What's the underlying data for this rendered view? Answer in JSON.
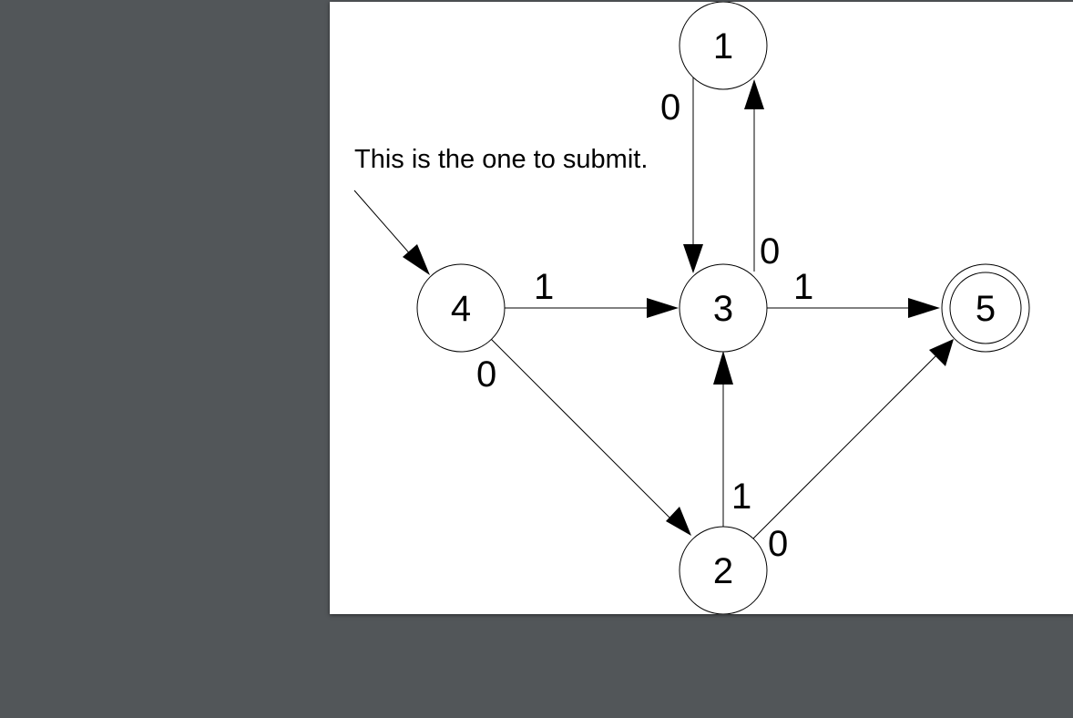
{
  "annotation": "This is the one to submit.",
  "states": [
    {
      "id": "s1",
      "label": "1",
      "accepting": false
    },
    {
      "id": "s2",
      "label": "2",
      "accepting": false
    },
    {
      "id": "s3",
      "label": "3",
      "accepting": false
    },
    {
      "id": "s4",
      "label": "4",
      "accepting": false,
      "start": true
    },
    {
      "id": "s5",
      "label": "5",
      "accepting": true
    }
  ],
  "transitions": [
    {
      "from": "1",
      "to": "3",
      "label": "0"
    },
    {
      "from": "3",
      "to": "1",
      "label": "0"
    },
    {
      "from": "4",
      "to": "3",
      "label": "1"
    },
    {
      "from": "3",
      "to": "5",
      "label": "1"
    },
    {
      "from": "4",
      "to": "2",
      "label": "0"
    },
    {
      "from": "2",
      "to": "3",
      "label": "1"
    },
    {
      "from": "2",
      "to": "5",
      "label": "0"
    }
  ]
}
